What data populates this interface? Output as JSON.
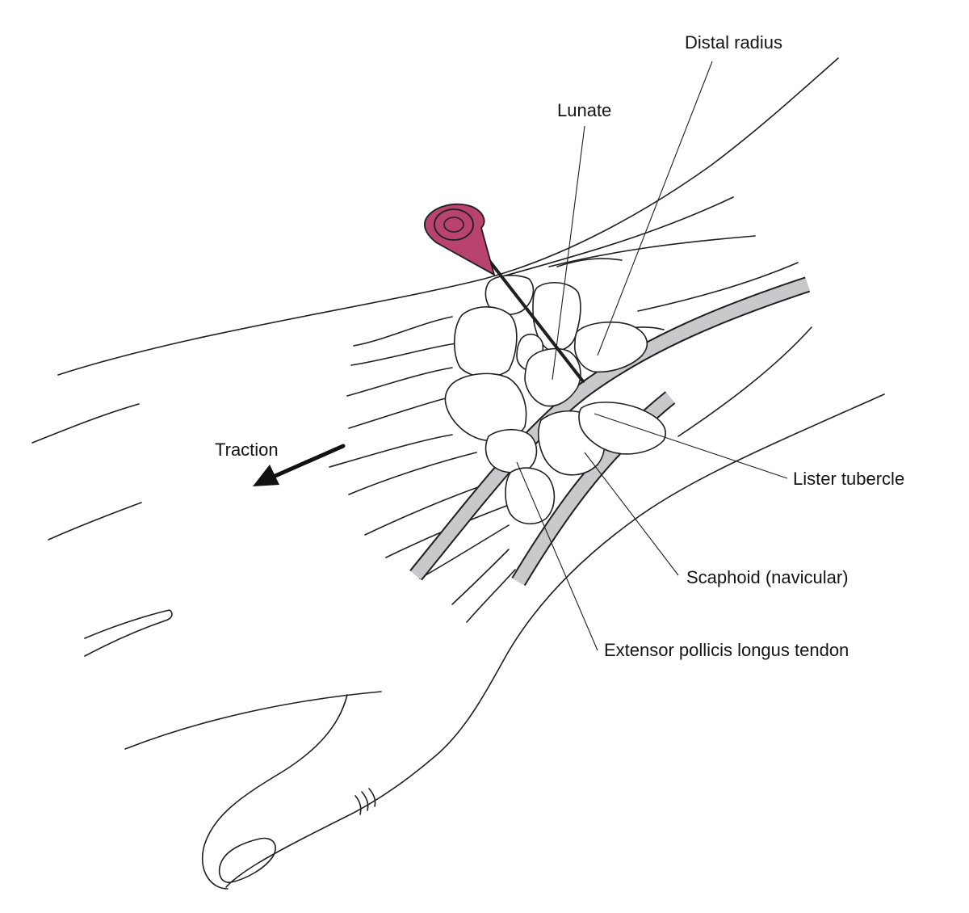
{
  "labels": {
    "distal_radius": "Distal radius",
    "lunate": "Lunate",
    "traction": "Traction",
    "lister_tubercle": "Lister tubercle",
    "scaphoid": "Scaphoid (navicular)",
    "epl_tendon": "Extensor pollicis longus tendon"
  },
  "colors": {
    "needle_hub": "#b8436f",
    "needle_hub_dark": "#7a2348",
    "tendon": "#c9c9cb",
    "line": "#1f1f1f"
  },
  "icons": {
    "traction_arrow": "arrow-left-down-icon",
    "needle": "needle-icon"
  }
}
